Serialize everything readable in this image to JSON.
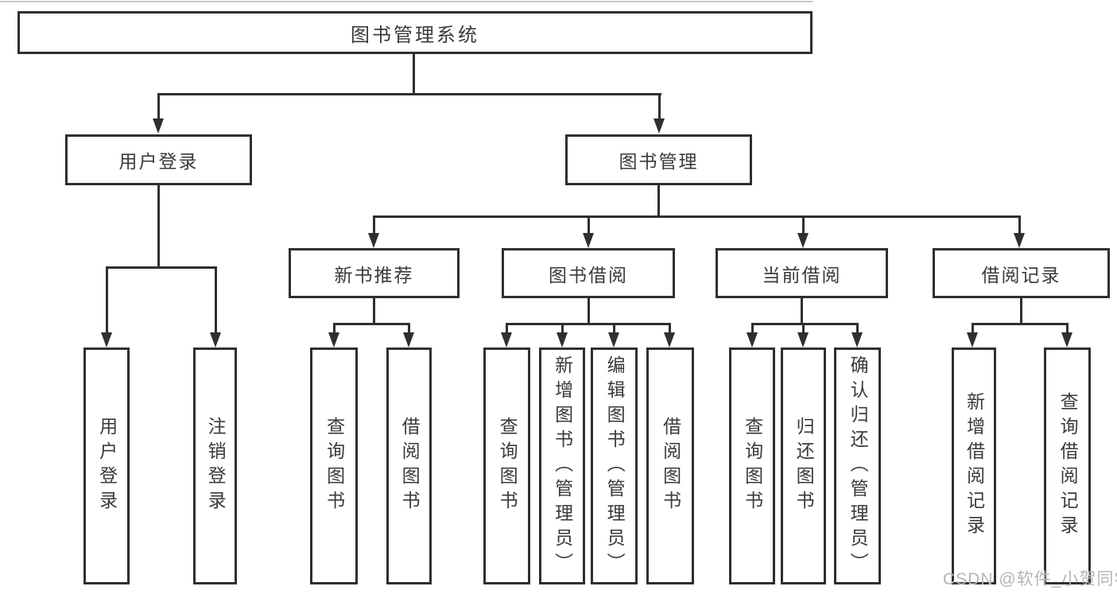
{
  "diagram": {
    "title": "图书管理系统",
    "level2": [
      {
        "label": "用户登录"
      },
      {
        "label": "图书管理"
      }
    ],
    "level3": [
      {
        "label": "新书推荐"
      },
      {
        "label": "图书借阅"
      },
      {
        "label": "当前借阅"
      },
      {
        "label": "借阅记录"
      }
    ],
    "leaves": [
      {
        "label": "用户登录"
      },
      {
        "label": "注销登录"
      },
      {
        "label": "查询图书"
      },
      {
        "label": "借阅图书"
      },
      {
        "label": "查询图书"
      },
      {
        "label": "新增图书（管理员）"
      },
      {
        "label": "编辑图书（管理员）"
      },
      {
        "label": "借阅图书"
      },
      {
        "label": "查询图书"
      },
      {
        "label": "归还图书"
      },
      {
        "label": "确认归还（管理员）"
      },
      {
        "label": "新增借阅记录"
      },
      {
        "label": "查询借阅记录"
      }
    ]
  },
  "watermark": {
    "text": "CSDN @软件_小贺同学"
  },
  "colors": {
    "line": "#2f2f2f",
    "text": "#3a3a3a",
    "watermark": "#b5b5b5",
    "background": "#ffffff"
  }
}
